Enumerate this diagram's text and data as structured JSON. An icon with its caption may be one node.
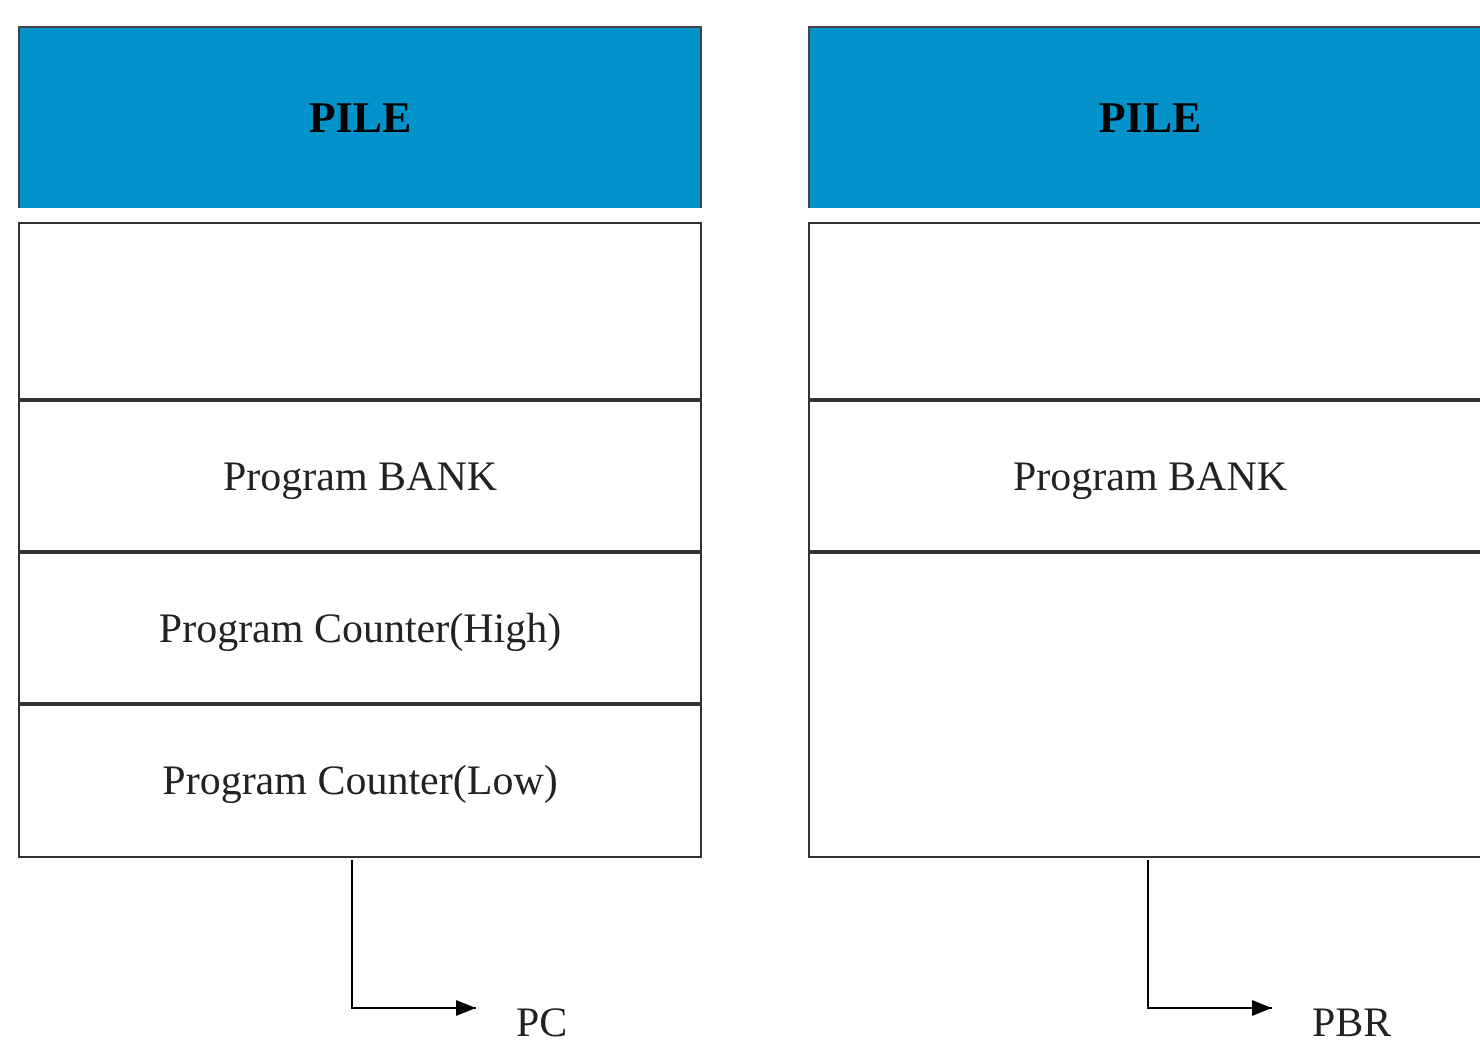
{
  "diagram": {
    "nodes": [
      {
        "text": [
          "PILE"
        ]
      },
      {
        "text": [],
        "shape": "box"
      },
      {
        "text": [
          "Program BANK"
        ]
      },
      {
        "text": [
          "Program Counter(High)"
        ]
      },
      {
        "text": [
          "Program Counter(Low)"
        ]
      },
      {
        "text": [
          "PC"
        ]
      },
      {
        "text": [
          "PILE"
        ]
      },
      {
        "text": [],
        "shape": "box"
      },
      {
        "text": [
          "Program BANK"
        ]
      },
      {
        "text": [],
        "shape": "box"
      },
      {
        "text": [
          "PBR"
        ]
      }
    ],
    "edges": [
      {
        "from": 4,
        "to": 5,
        "arrow": "to"
      },
      {
        "from": 9,
        "to": 10,
        "arrow": "to"
      }
    ]
  }
}
